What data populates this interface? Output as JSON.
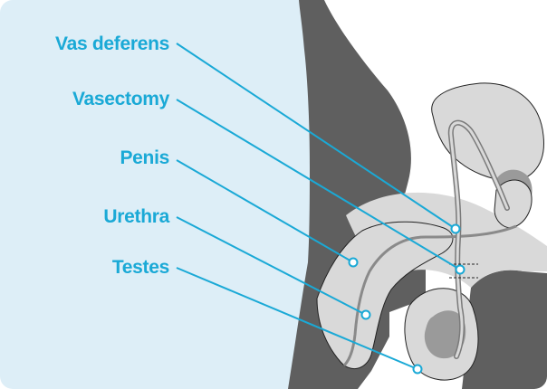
{
  "labels": {
    "vas_deferens": "Vas deferens",
    "vasectomy": "Vasectomy",
    "penis": "Penis",
    "urethra": "Urethra",
    "testes": "Testes"
  },
  "colors": {
    "accent": "#1aa9d6",
    "panel": "#ddeef7",
    "body_dark": "#5f5f5f",
    "body_light": "#d9d9d9",
    "background": "#ffffff",
    "outline": "#222222"
  }
}
